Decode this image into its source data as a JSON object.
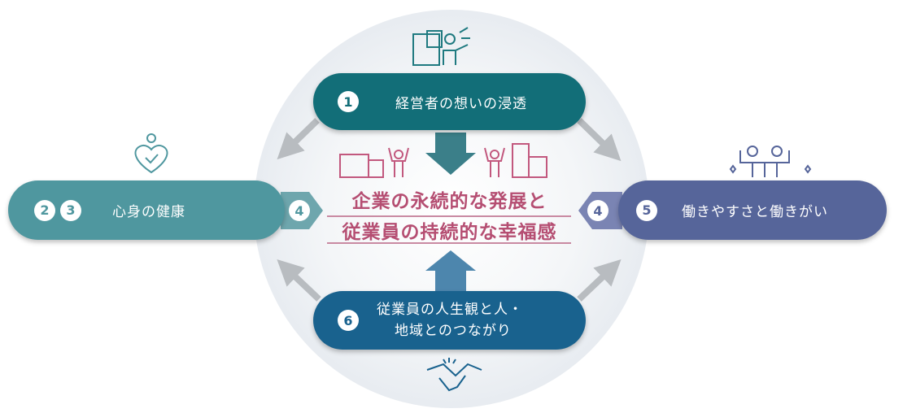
{
  "center": {
    "line1": "企業の永続的な発展と",
    "line2": "従業員の持続的な幸福感"
  },
  "top": {
    "number": "1",
    "label": "経営者の想いの浸透"
  },
  "left": {
    "numbers": [
      "2",
      "3"
    ],
    "label": "心身の健康",
    "arrow_number": "4"
  },
  "right": {
    "number": "5",
    "label": "働きやすさと働きがい",
    "arrow_number": "4"
  },
  "bottom": {
    "number": "6",
    "line1": "従業員の人生観と人・",
    "line2": "地域とのつながり"
  },
  "colors": {
    "top": "#126e78",
    "left": "#4f979f",
    "right": "#56659a",
    "bottom": "#19628e",
    "center_text": "#b54e72",
    "grey_arrow": "#b8bcc0"
  }
}
